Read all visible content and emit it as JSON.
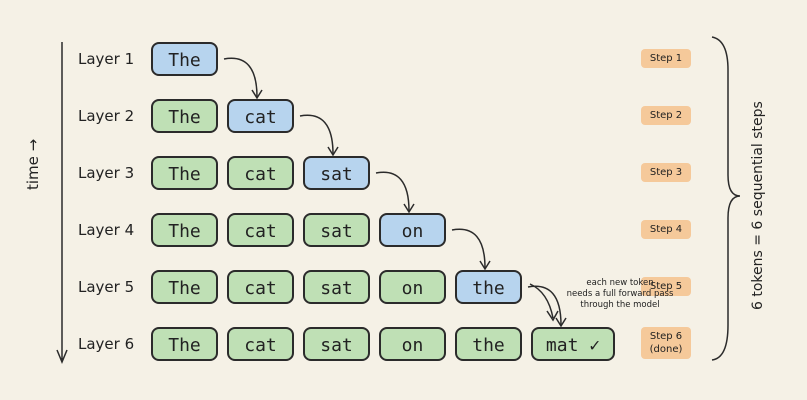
{
  "axis": {
    "time_label": "time →"
  },
  "layers": [
    {
      "label": "Layer 1",
      "step": "Step 1",
      "tokens": [
        "The"
      ]
    },
    {
      "label": "Layer 2",
      "step": "Step 2",
      "tokens": [
        "The",
        "cat"
      ]
    },
    {
      "label": "Layer 3",
      "step": "Step 3",
      "tokens": [
        "The",
        "cat",
        "sat"
      ]
    },
    {
      "label": "Layer 4",
      "step": "Step 4",
      "tokens": [
        "The",
        "cat",
        "sat",
        "on"
      ]
    },
    {
      "label": "Layer 5",
      "step": "Step 5",
      "tokens": [
        "The",
        "cat",
        "sat",
        "on",
        "the"
      ]
    },
    {
      "label": "Layer 6",
      "step": "Step 6\n(done)",
      "tokens": [
        "The",
        "cat",
        "sat",
        "on",
        "the",
        "mat ✓"
      ]
    }
  ],
  "note": "each new token\nneeds a full forward pass\nthrough the model",
  "summary": "6 tokens = 6 sequential steps",
  "colors": {
    "done": "#bfe0b5",
    "new": "#b7d4ee",
    "step": "#f5c99a",
    "background": "#f5f1e6"
  }
}
